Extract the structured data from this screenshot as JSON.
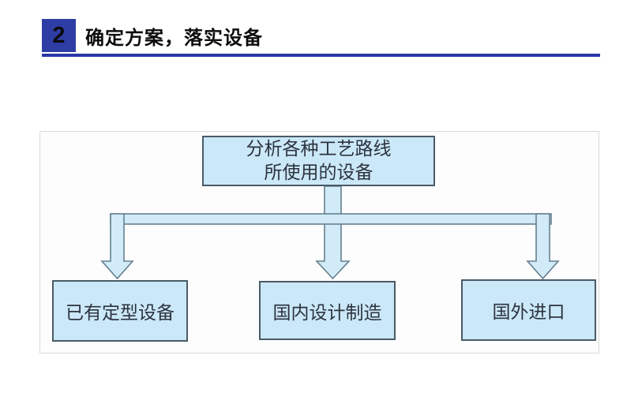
{
  "header": {
    "number": "2",
    "title": "确定方案，落实设备"
  },
  "diagram": {
    "root": {
      "line1": "分析各种工艺路线",
      "line2": "所使用的设备"
    },
    "children": [
      {
        "label": "已有定型设备"
      },
      {
        "label": "国内设计制造"
      },
      {
        "label": "国外进口"
      }
    ]
  },
  "colors": {
    "header_badge_blue": "#2e3da3",
    "header_rule_blue": "#2b38a6",
    "node_fill": "#cbe8f8",
    "node_border": "#4a5a66",
    "arrow_fill": "#d2ebf9",
    "arrow_outline": "#64808f"
  }
}
